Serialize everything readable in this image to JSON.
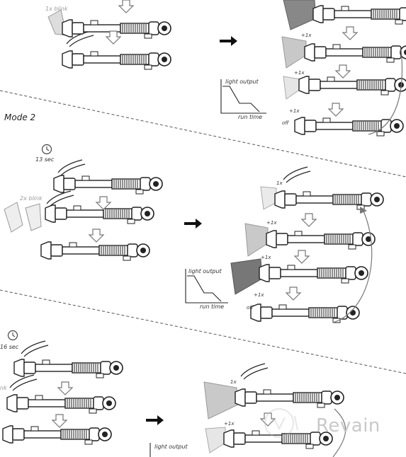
{
  "mode2": {
    "title": "Mode 2"
  },
  "labels": {
    "blink1": "1x blink",
    "blink2": "2x blink",
    "plus1x": "+1x",
    "one_x": "1x",
    "off": "off",
    "sec13": "13 sec",
    "sec16": "16 sec",
    "blink_partial": "nk"
  },
  "graph": {
    "ylabel": "light output",
    "xlabel": "run time"
  },
  "watermark": {
    "text": "Revain"
  }
}
